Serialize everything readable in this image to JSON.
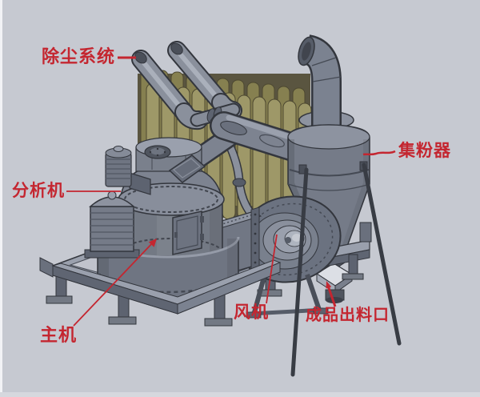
{
  "scene": {
    "type": "3D CAD render of a grinding mill production line with red callout annotations",
    "background_color": "#c6c9d1",
    "annotation_color": "#c42630",
    "machine_gray": "#767c88",
    "filter_tube_olive": "#9a9466"
  },
  "labels": {
    "dust_system": "除尘系统",
    "analyzer": "分析机",
    "main_unit": "主机",
    "fan": "风机",
    "product_outlet": "成品出料口",
    "powder_collector": "集粉器"
  }
}
